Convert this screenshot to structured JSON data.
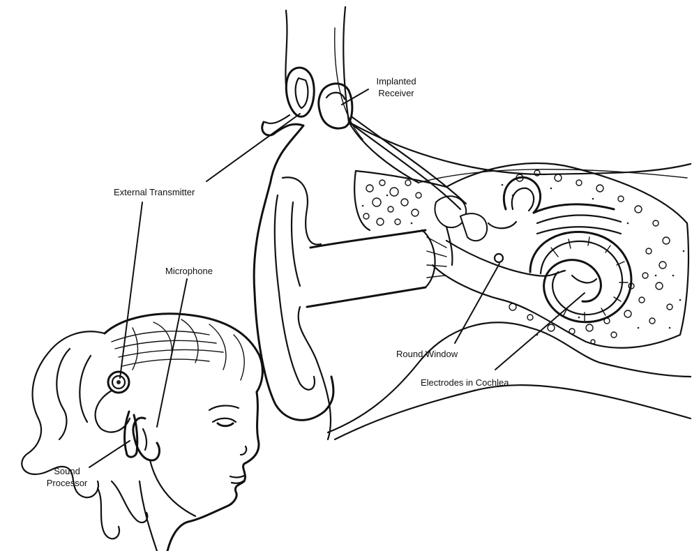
{
  "labels": {
    "implanted_receiver": [
      "Implanted",
      "Receiver"
    ],
    "external_transmitter": "External Transmitter",
    "microphone": "Microphone",
    "round_window": "Round Window",
    "electrodes_in_cochlea": "Electrodes in Cochlea",
    "sound_processor": [
      "Sound",
      "Processor"
    ]
  },
  "icons": {
    "ear_cross_section": "ear-anatomy-illustration",
    "head": "girl-head-illustration"
  }
}
